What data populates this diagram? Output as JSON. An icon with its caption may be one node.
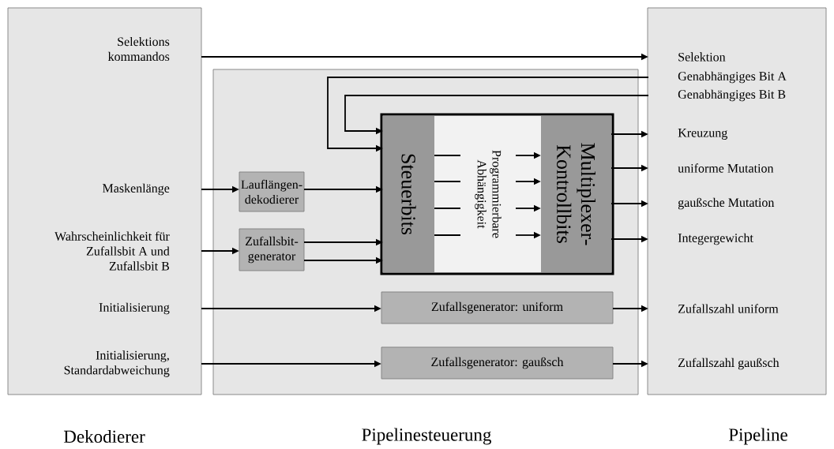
{
  "diagram": {
    "nodes": [
      {
        "text": [
          "Dekodierer"
        ]
      },
      {
        "text": [
          "Selektions kommandos"
        ],
        "in": 0
      },
      {
        "text": [
          "Maskenlänge"
        ],
        "in": 0
      },
      {
        "text": [
          "Wahrscheinlichkeit für Zufallsbit A und Zufallsbit B"
        ],
        "in": 0
      },
      {
        "text": [
          "Initialisierung"
        ],
        "in": 0
      },
      {
        "text": [
          "Initialisierung, Standardabweichung"
        ],
        "in": 0
      },
      {
        "text": [
          "Pipelinesteuerung"
        ]
      },
      {
        "text": [
          "Lauflängen- dekodierer"
        ],
        "in": 6
      },
      {
        "text": [
          "Zufallsbit- generator"
        ],
        "in": 6
      },
      {
        "text": [],
        "shape": "box",
        "in": 6
      },
      {
        "text": [
          "Steuerbits"
        ],
        "in": 9
      },
      {
        "text": [
          "Programmierbare Abhängigkeit"
        ],
        "in": 9
      },
      {
        "text": [
          "Multiplexer- Kontrollbits"
        ],
        "in": 9
      },
      {
        "text": [
          "Zufallsgenerator: uniform"
        ],
        "in": 6
      },
      {
        "text": [
          "Zufallsgenerator: gaußsch"
        ],
        "in": 6
      },
      {
        "text": [
          "Pipeline"
        ]
      },
      {
        "text": [
          "Selektion"
        ],
        "in": 15
      },
      {
        "text": [
          "Genabhängiges Bit A"
        ],
        "in": 15
      },
      {
        "text": [
          "Genabhängiges Bit B"
        ],
        "in": 15
      },
      {
        "text": [
          "Kreuzung"
        ],
        "in": 15
      },
      {
        "text": [
          "uniforme Mutation"
        ],
        "in": 15
      },
      {
        "text": [
          "gaußsche Mutation"
        ],
        "in": 15
      },
      {
        "text": [
          "Integergewicht"
        ],
        "in": 15
      },
      {
        "text": [
          "Zufallszahl uniform"
        ],
        "in": 15
      },
      {
        "text": [
          "Zufallszahl gaußsch"
        ],
        "in": 15
      }
    ],
    "edges": [
      {
        "from": 1,
        "to": 16,
        "arrow": "to"
      },
      {
        "from": 17,
        "to": 10,
        "arrow": "to"
      },
      {
        "from": 18,
        "to": 10,
        "arrow": "to"
      },
      {
        "from": 2,
        "to": 7,
        "arrow": "to"
      },
      {
        "from": 7,
        "to": 10,
        "arrow": "to"
      },
      {
        "from": 3,
        "to": 8,
        "arrow": "to"
      },
      {
        "from": 8,
        "to": 10,
        "arrow": "to"
      },
      {
        "from": 8,
        "to": 10,
        "arrow": "to"
      },
      {
        "from": 10,
        "to": 11,
        "arrow": "none"
      },
      {
        "from": 10,
        "to": 11,
        "arrow": "none"
      },
      {
        "from": 10,
        "to": 11,
        "arrow": "none"
      },
      {
        "from": 10,
        "to": 11,
        "arrow": "none"
      },
      {
        "from": 11,
        "to": 12,
        "arrow": "to"
      },
      {
        "from": 11,
        "to": 12,
        "arrow": "to"
      },
      {
        "from": 11,
        "to": 12,
        "arrow": "to"
      },
      {
        "from": 11,
        "to": 12,
        "arrow": "to"
      },
      {
        "from": 12,
        "to": 19,
        "arrow": "to"
      },
      {
        "from": 12,
        "to": 20,
        "arrow": "to"
      },
      {
        "from": 12,
        "to": 21,
        "arrow": "to"
      },
      {
        "from": 12,
        "to": 22,
        "arrow": "to"
      },
      {
        "from": 4,
        "to": 13,
        "arrow": "to"
      },
      {
        "from": 13,
        "to": 23,
        "arrow": "to"
      },
      {
        "from": 5,
        "to": 14,
        "arrow": "to"
      },
      {
        "from": 14,
        "to": 24,
        "arrow": "to"
      }
    ]
  }
}
